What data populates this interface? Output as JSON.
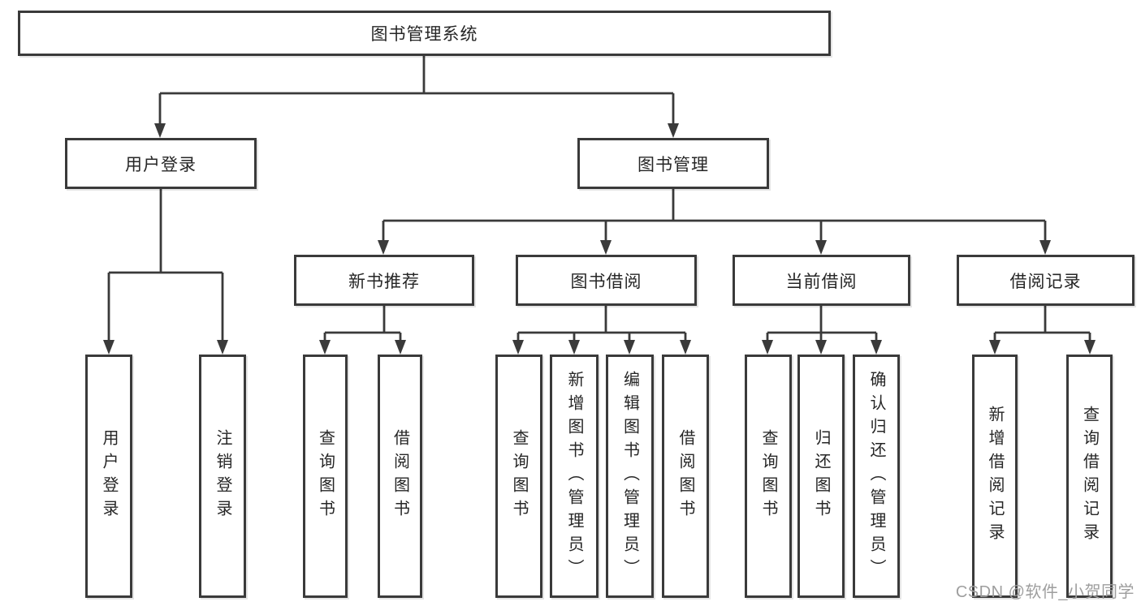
{
  "diagram_title": "图书管理系统",
  "tree": {
    "label": "图书管理系统",
    "children": [
      {
        "label": "用户登录",
        "children": [
          {
            "label": "用户登录"
          },
          {
            "label": "注销登录"
          }
        ]
      },
      {
        "label": "图书管理",
        "children": [
          {
            "label": "新书推荐",
            "children": [
              {
                "label": "查询图书"
              },
              {
                "label": "借阅图书"
              }
            ]
          },
          {
            "label": "图书借阅",
            "children": [
              {
                "label": "查询图书"
              },
              {
                "label": "新增图书（管理员）"
              },
              {
                "label": "编辑图书（管理员）"
              },
              {
                "label": "借阅图书"
              }
            ]
          },
          {
            "label": "当前借阅",
            "children": [
              {
                "label": "查询图书"
              },
              {
                "label": "归还图书"
              },
              {
                "label": "确认归还（管理员）"
              }
            ]
          },
          {
            "label": "借阅记录",
            "children": [
              {
                "label": "新增借阅记录"
              },
              {
                "label": "查询借阅记录"
              }
            ]
          }
        ]
      }
    ]
  },
  "watermark": {
    "text": "CSDN @软件_小贺同学"
  },
  "colors": {
    "line": "#3a3a3a",
    "text": "#262626",
    "box_background": "#ffffff",
    "page_background": "#ffffff",
    "watermark": "#9e9e9e"
  }
}
